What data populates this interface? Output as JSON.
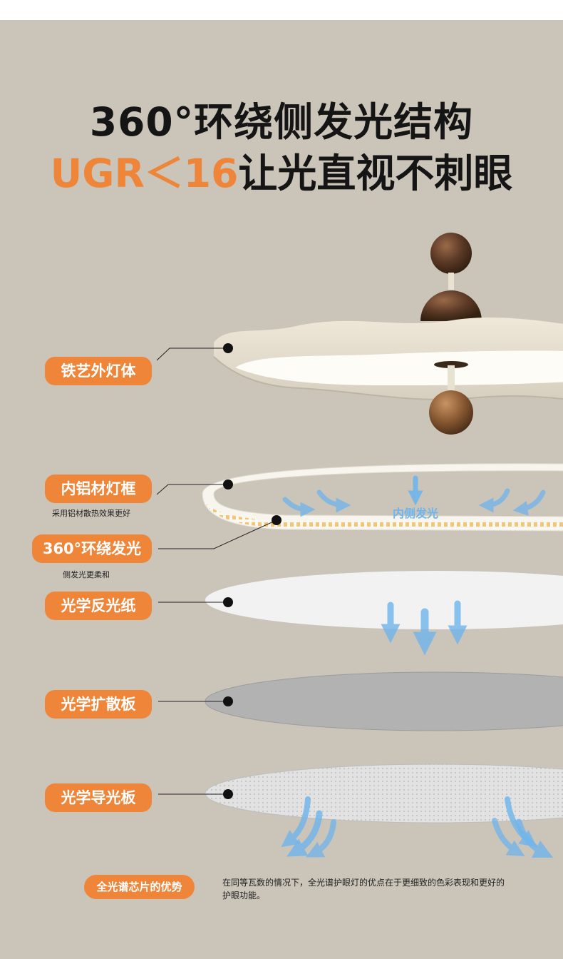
{
  "headline": {
    "line1": "360°环绕侧发光结构",
    "line2_accent": "UGR＜16",
    "line2_rest": "让光直视不刺眼"
  },
  "layers": [
    {
      "label": "铁艺外灯体"
    },
    {
      "label": "内铝材灯框",
      "note": "采用铝材散热效果更好"
    },
    {
      "label": "360°环绕发光",
      "note": "侧发光更柔和"
    },
    {
      "label": "光学反光纸"
    },
    {
      "label": "光学扩散板"
    },
    {
      "label": "光学导光板"
    }
  ],
  "ring_caption": "内侧发光",
  "advantage": {
    "label": "全光谱芯片的优势",
    "text": "在同等瓦数的情况下，全光谱护眼灯的优点在于更细致的色彩表现和更好的护眼功能。"
  },
  "colors": {
    "background": "#cbc4b9",
    "accent": "#ee8538",
    "title": "#151515",
    "arrow": "#6fb5ec",
    "walnut": "#5c3a27"
  }
}
